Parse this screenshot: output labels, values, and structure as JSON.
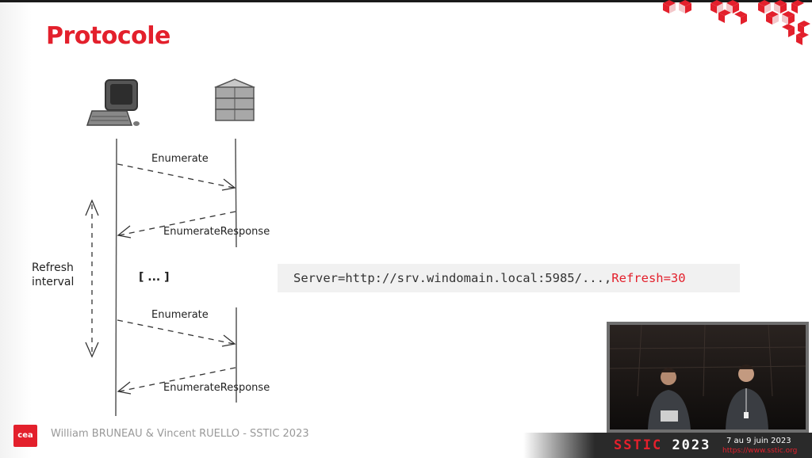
{
  "slide": {
    "title": "Protocole",
    "footer_logo_text": "cea",
    "footer_text": "William BRUNEAU & Vincent RUELLO - SSTIC 2023"
  },
  "diagram": {
    "client_icon": "computer-icon",
    "server_icon": "server-icon",
    "messages": [
      {
        "label": "Enumerate"
      },
      {
        "label": "EnumerateResponse"
      },
      {
        "label": "Enumerate"
      },
      {
        "label": "EnumerateResponse"
      }
    ],
    "ellipsis": "[ ... ]",
    "refresh_label": "Refresh interval"
  },
  "code": {
    "prefix": "Server=http://srv.windomain.local:5985/...,",
    "highlight": "Refresh=30",
    "highlight_color": "#e3202c"
  },
  "banner": {
    "title_red": "SSTIC",
    "title_white": "2023",
    "date": "7 au 9 juin 2023",
    "url": "https://www.sstic.org"
  },
  "colors": {
    "accent": "#e3202c",
    "text": "#222222"
  }
}
